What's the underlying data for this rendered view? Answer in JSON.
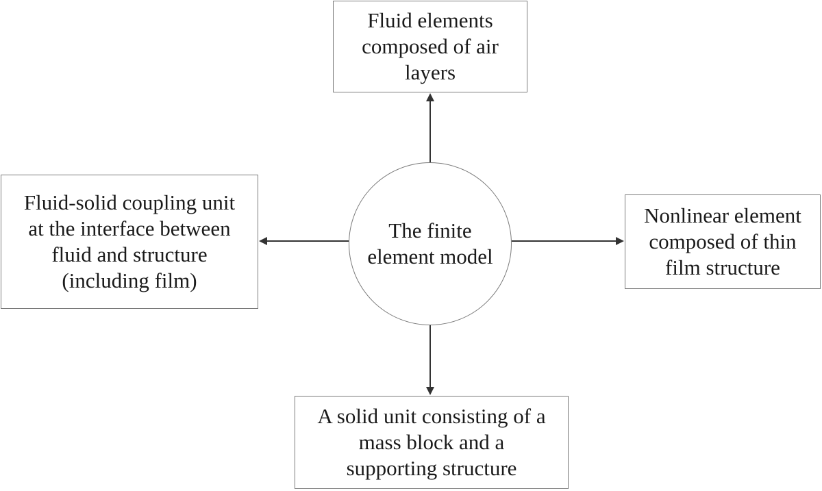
{
  "diagram": {
    "center": {
      "label": "The finite\nelement model"
    },
    "nodes": {
      "top": {
        "label": "Fluid elements\ncomposed of air\nlayers"
      },
      "left": {
        "label": "Fluid-solid coupling unit\nat the interface between\nfluid and structure\n(including film)"
      },
      "right": {
        "label": "Nonlinear element\ncomposed of thin\nfilm structure"
      },
      "bottom": {
        "label": "A solid unit consisting of a\nmass block and a\nsupporting structure"
      }
    },
    "edges": [
      {
        "from": "center",
        "to": "top"
      },
      {
        "from": "center",
        "to": "left"
      },
      {
        "from": "center",
        "to": "right"
      },
      {
        "from": "center",
        "to": "bottom"
      }
    ],
    "colors": {
      "line": "#333333",
      "border": "#7a7a7a",
      "text": "#1a1a1a"
    }
  }
}
